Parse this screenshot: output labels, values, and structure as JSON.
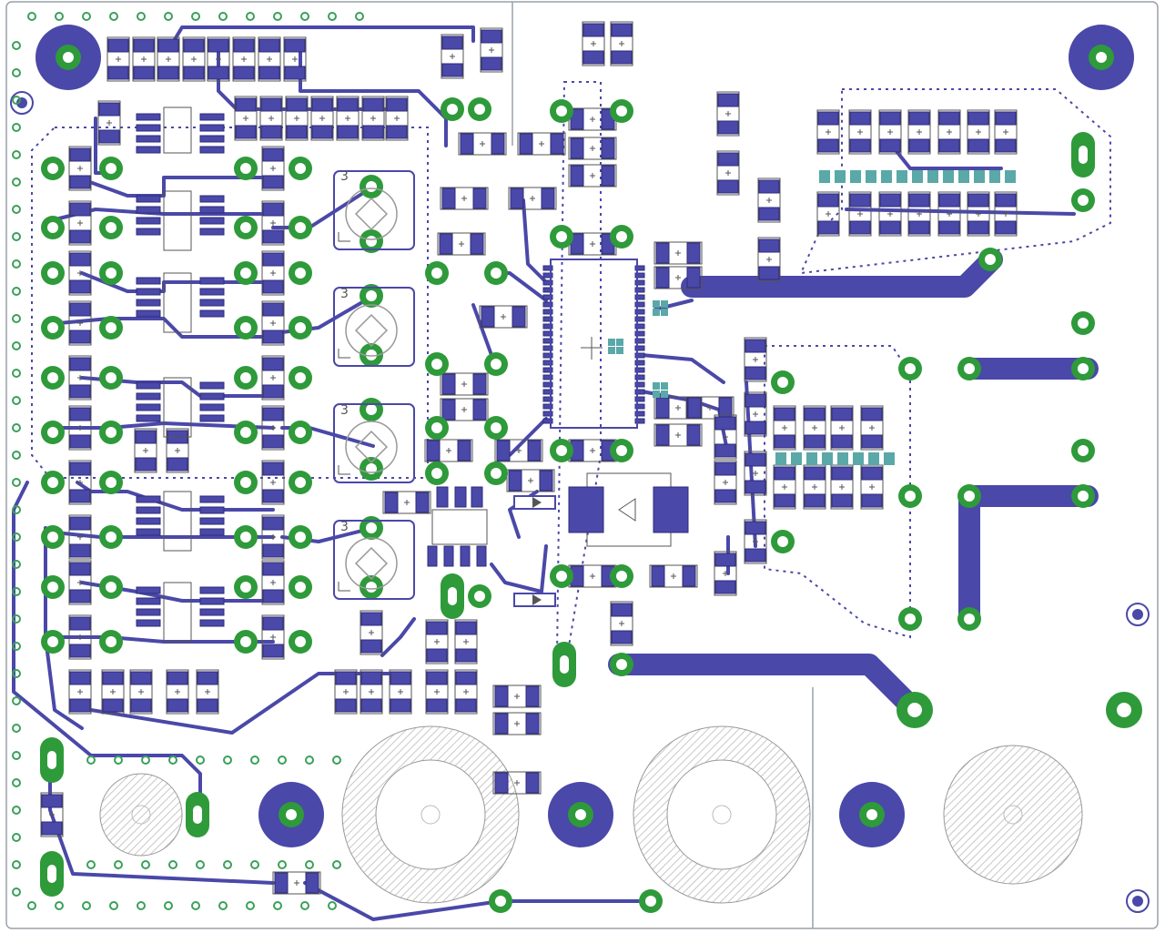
{
  "board": {
    "trimpot_labels": [
      "3",
      "3",
      "3",
      "3"
    ],
    "colors": {
      "copper": "#4a48a8",
      "via": "#2e9a3a",
      "outline": "#9aa0a8",
      "teal_pad": "#5aa8a8",
      "background": "#ffffff"
    }
  }
}
